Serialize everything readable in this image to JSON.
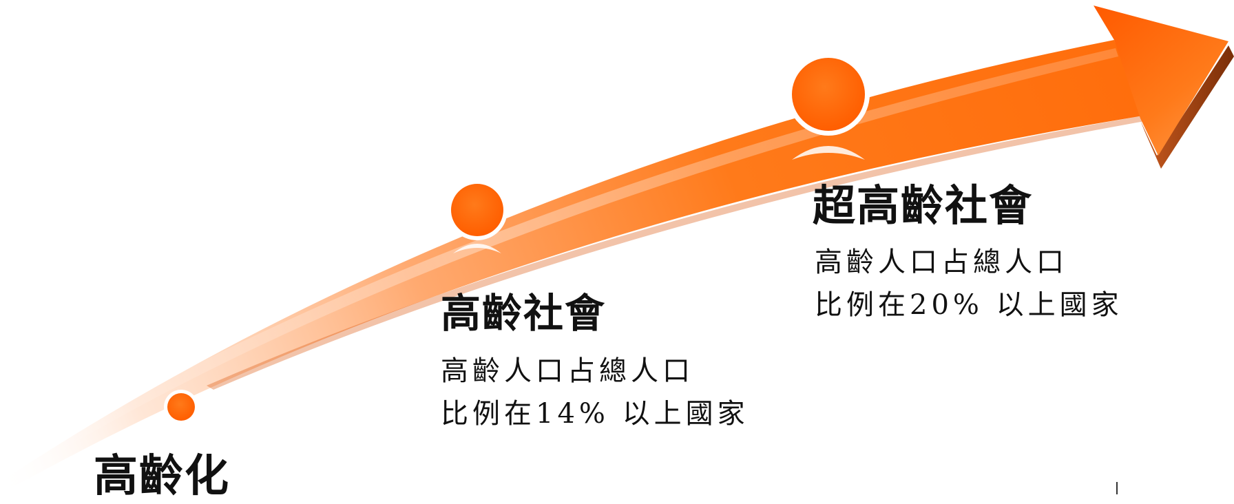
{
  "colors": {
    "arrow_main": "#ff6a08",
    "arrow_light": "#ffb07a",
    "arrow_edge": "#9a3c0c",
    "dot": "#ff6600",
    "dot_ring": "#ffffff",
    "text": "#111111"
  },
  "stages": [
    {
      "title": "高齡化",
      "desc": []
    },
    {
      "title": "高齡社會",
      "desc": [
        "高齡人口占總人口",
        "比例在14% 以上國家"
      ]
    },
    {
      "title": "超高齡社會",
      "desc": [
        "高齡人口占總人口",
        "比例在20% 以上國家"
      ]
    }
  ]
}
